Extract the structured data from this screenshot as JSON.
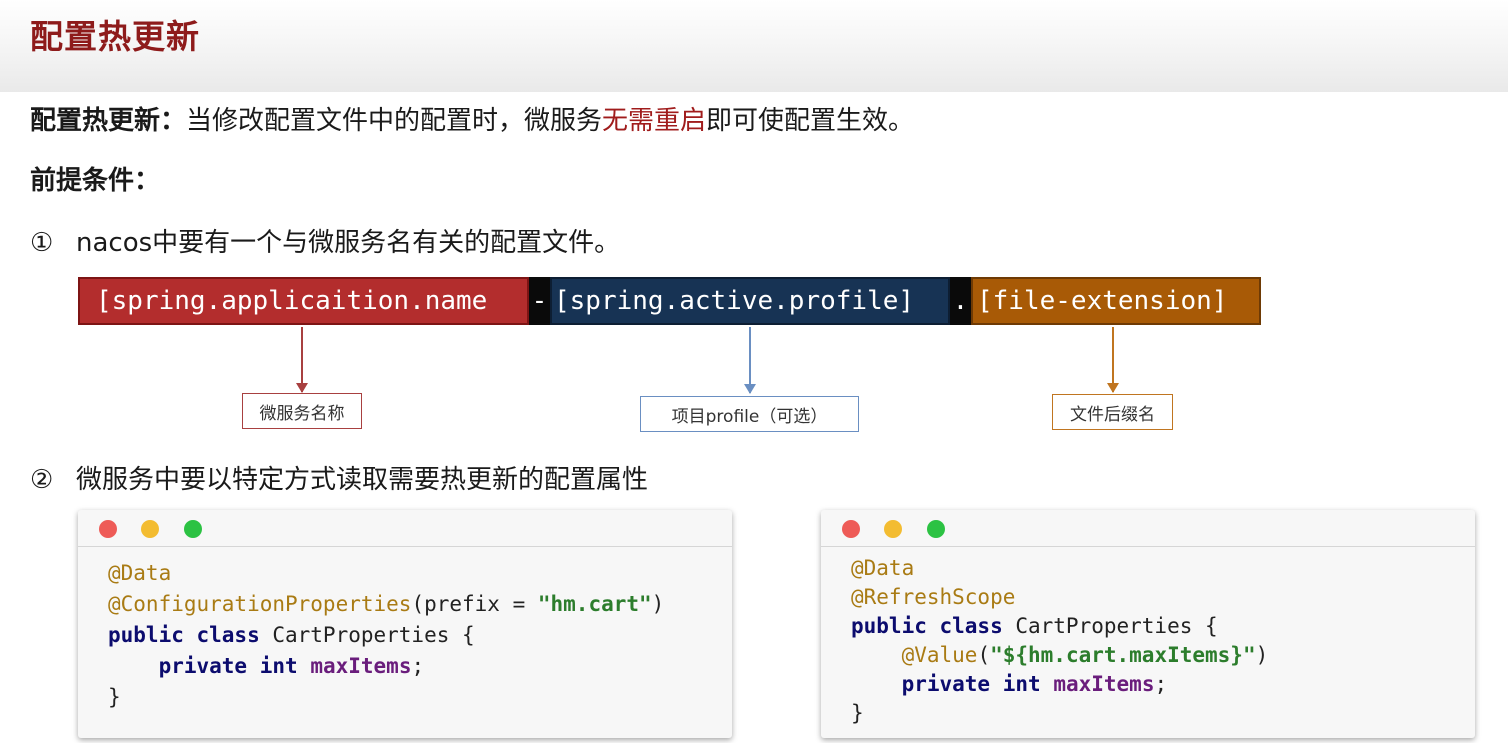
{
  "header": {
    "title": "配置热更新"
  },
  "intro": {
    "term": "配置热更新：",
    "text_before": "当修改配置文件中的配置时，微服务",
    "highlight": "无需重启",
    "text_after": "即可使配置生效。"
  },
  "prereq_label": "前提条件：",
  "item1": {
    "num": "①",
    "text": "nacos中要有一个与微服务名有关的配置文件。"
  },
  "formula": {
    "seg1": "[spring.applicaition.name",
    "sep1": "-",
    "seg2": "[spring.active.profile]",
    "sep2": ".",
    "seg3": "[file-extension]"
  },
  "labels": {
    "service_name": "微服务名称",
    "profile": "项目profile（可选）",
    "extension": "文件后缀名"
  },
  "item2": {
    "num": "②",
    "text": "微服务中要以特定方式读取需要热更新的配置属性"
  },
  "code1": {
    "line1": "@Data",
    "ann2": "@ConfigurationProperties",
    "l2_open": "(prefix = ",
    "l2_str": "\"hm.cart\"",
    "l2_close": ")",
    "l3_kw": "public class",
    "l3_rest": " CartProperties {",
    "l4_kw": "private int",
    "l4_field": "maxItems",
    "l4_end": ";",
    "l5": "}"
  },
  "code2": {
    "line1": "@Data",
    "line2": "@RefreshScope",
    "l3_kw": "public class",
    "l3_rest": " CartProperties {",
    "l4_ann": "@Value",
    "l4_open": "(",
    "l4_str": "\"${hm.cart.maxItems}\"",
    "l4_close": ")",
    "l5_kw": "private int",
    "l5_field": "maxItems",
    "l5_end": ";",
    "l6": "}"
  },
  "colors": {
    "title": "#8e1b1b",
    "highlight": "#a01c1c",
    "seg_red": "#b32d2d",
    "seg_blue": "#173354",
    "seg_orange": "#a85a06"
  }
}
